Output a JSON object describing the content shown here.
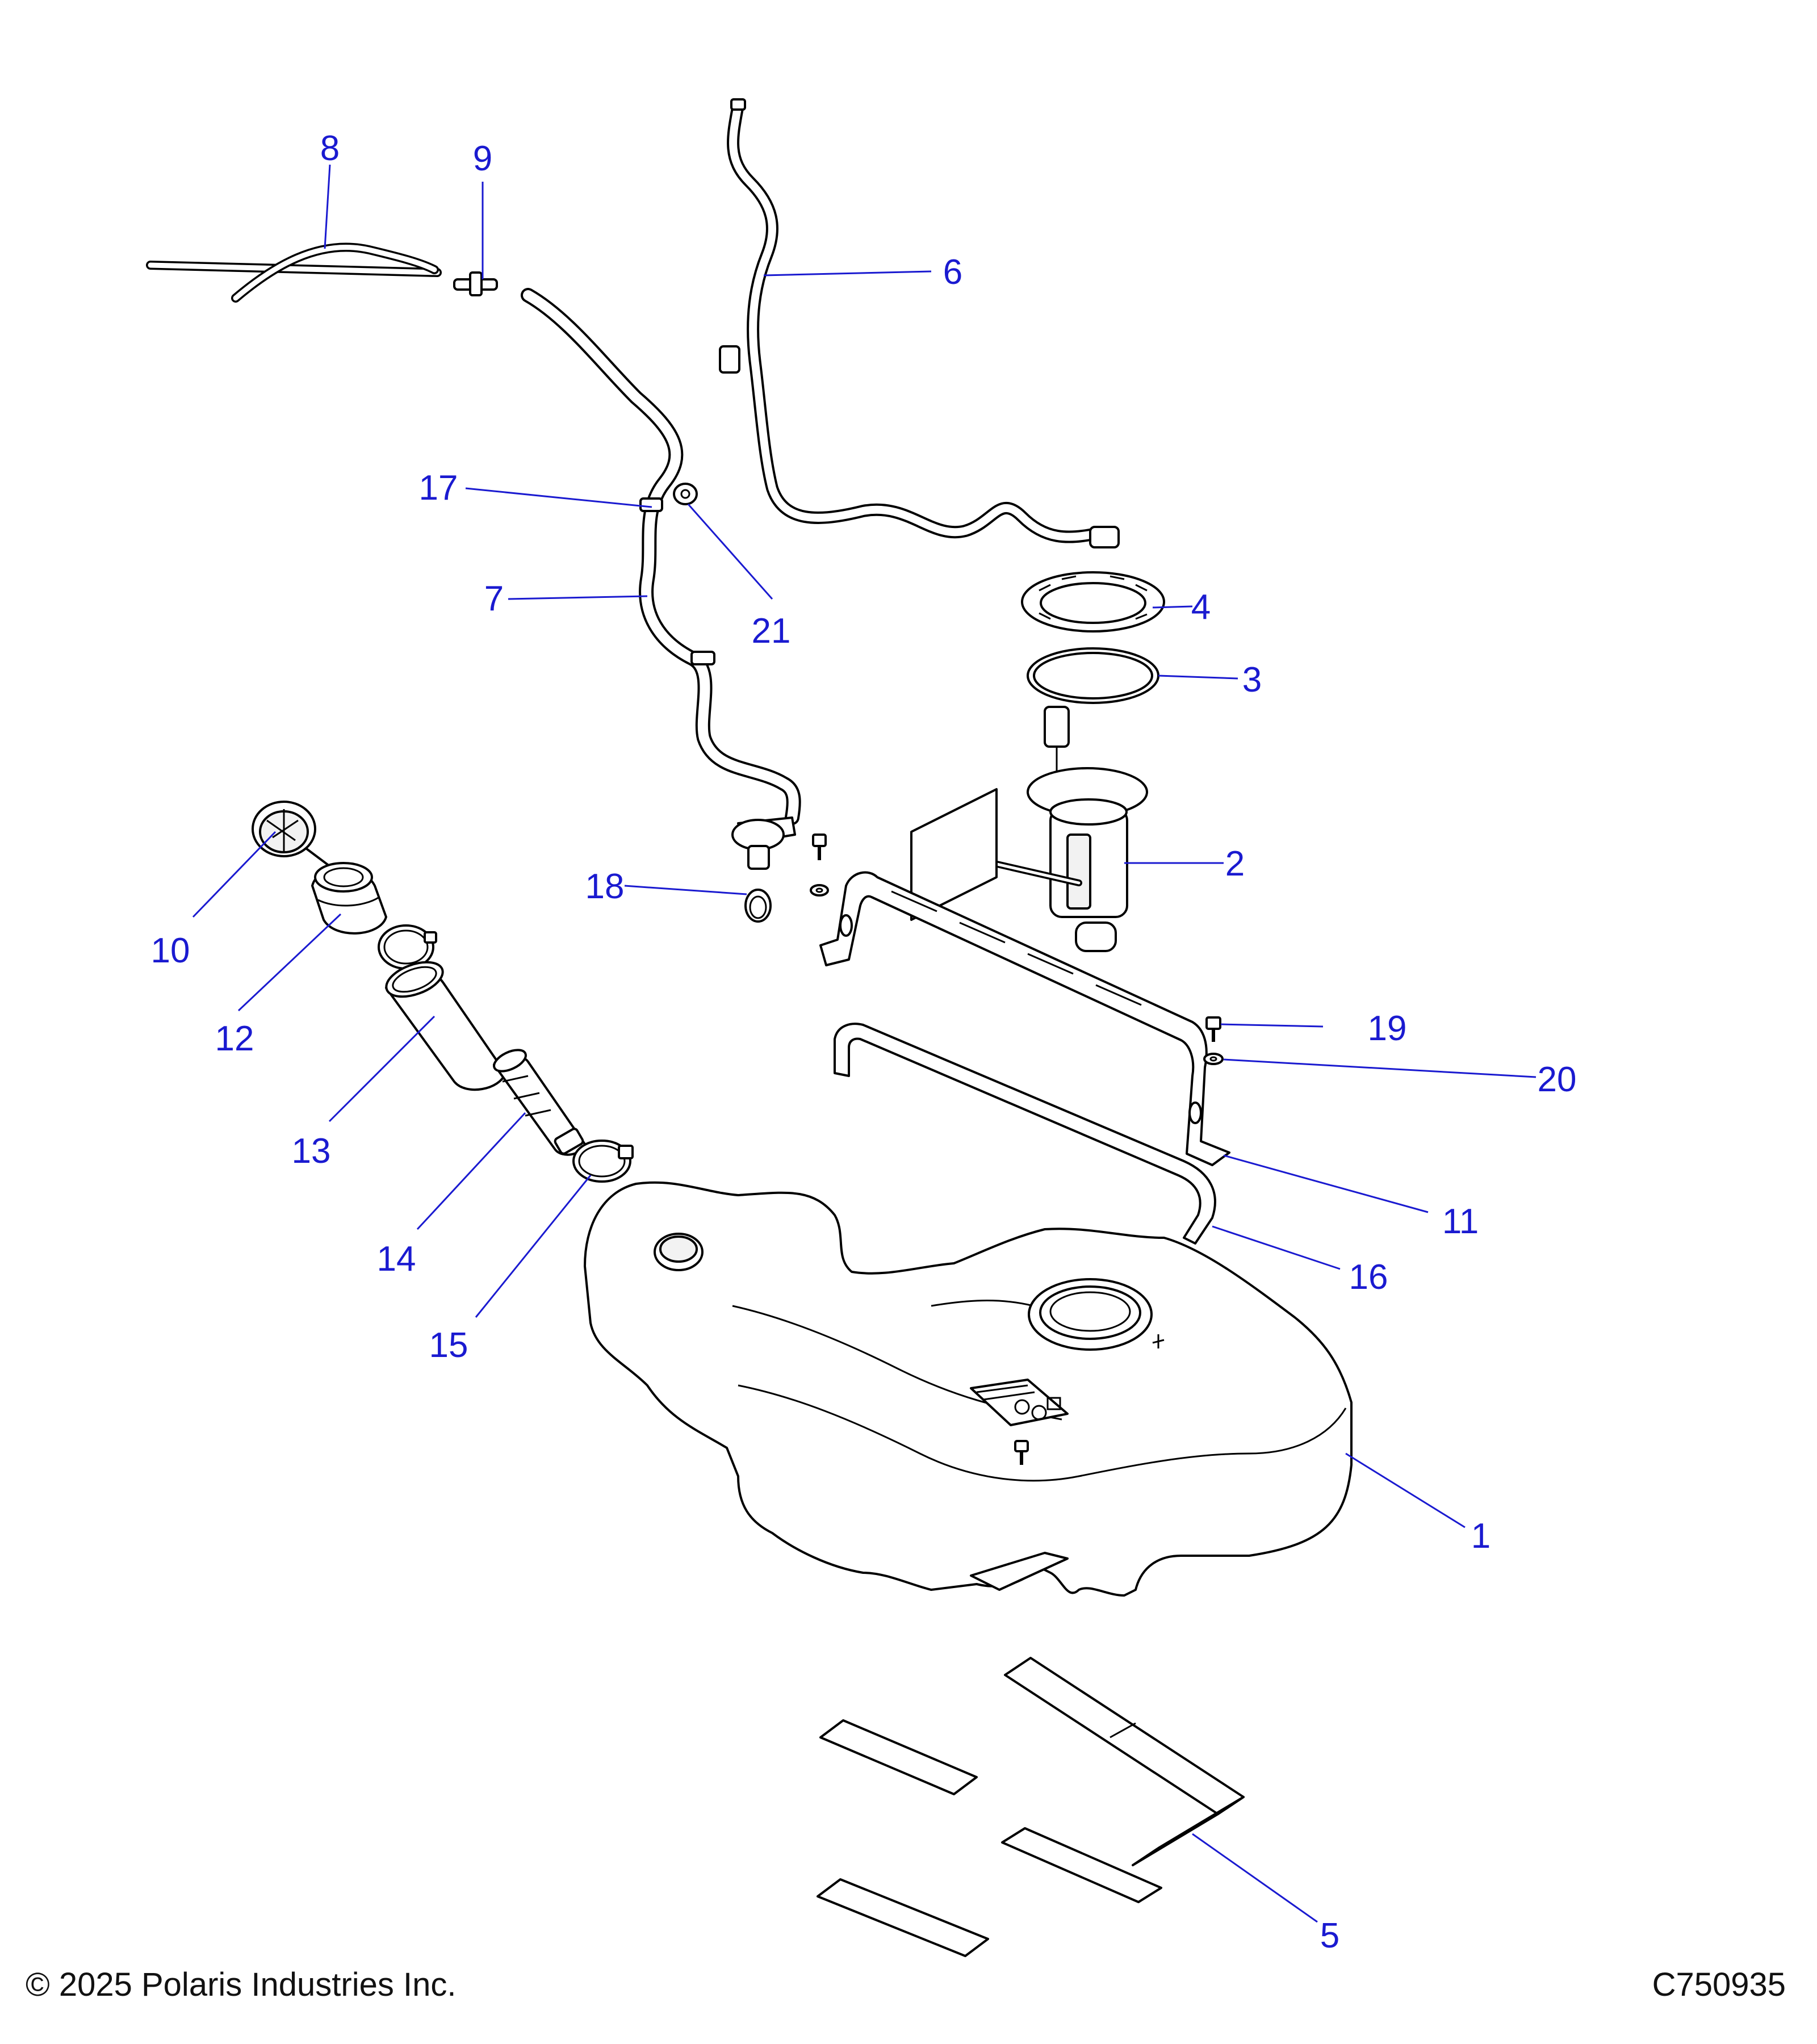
{
  "diagram": {
    "callouts": [
      {
        "id": "1",
        "label": "1"
      },
      {
        "id": "2",
        "label": "2"
      },
      {
        "id": "3",
        "label": "3"
      },
      {
        "id": "4",
        "label": "4"
      },
      {
        "id": "5",
        "label": "5"
      },
      {
        "id": "6",
        "label": "6"
      },
      {
        "id": "7",
        "label": "7"
      },
      {
        "id": "8",
        "label": "8"
      },
      {
        "id": "9",
        "label": "9"
      },
      {
        "id": "10",
        "label": "10"
      },
      {
        "id": "11",
        "label": "11"
      },
      {
        "id": "12",
        "label": "12"
      },
      {
        "id": "13",
        "label": "13"
      },
      {
        "id": "14",
        "label": "14"
      },
      {
        "id": "15",
        "label": "15"
      },
      {
        "id": "16",
        "label": "16"
      },
      {
        "id": "17",
        "label": "17"
      },
      {
        "id": "18",
        "label": "18"
      },
      {
        "id": "19",
        "label": "19"
      },
      {
        "id": "20",
        "label": "20"
      },
      {
        "id": "21",
        "label": "21"
      }
    ],
    "callout_color": "#1a1ad0",
    "line_color": "#000000"
  },
  "footer": {
    "copyright": "© 2025 Polaris Industries Inc.",
    "drawing_number": "C750935"
  }
}
